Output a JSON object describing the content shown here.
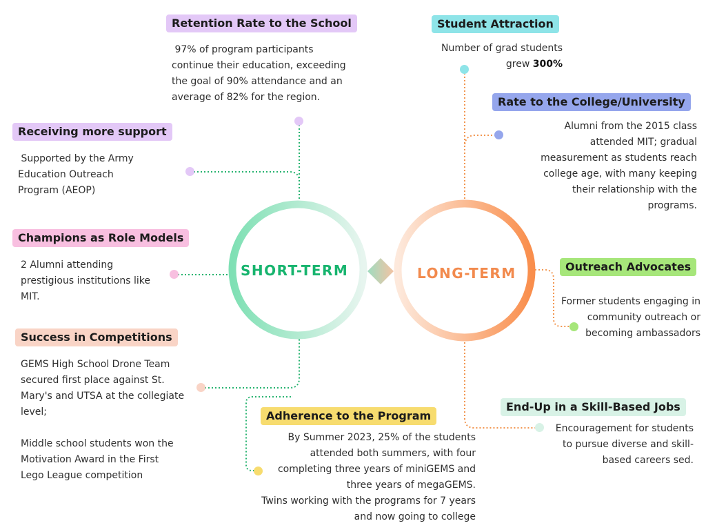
{
  "center": {
    "short_term": "SHORT-TERM",
    "long_term": "LONG-TERM"
  },
  "colors": {
    "purple": "#e3c8f7",
    "pink": "#f8bfe0",
    "peach": "#f9d4c6",
    "yellow": "#f7dc6f",
    "teal": "#8ee4e8",
    "blue": "#95a6ec",
    "green": "#a6e67a",
    "mint": "#d8f2e6",
    "short_ring": "#7fe0b4",
    "long_ring": "#f98e4c",
    "short_text": "#17b46e",
    "long_text": "#f28a4d"
  },
  "short_term_items": [
    {
      "title": "Retention Rate to the School",
      "lines": [
        " 97% of program participants",
        "continue their education, exceeding",
        "the goal of 90% attendance and an",
        "average of 82% for the region."
      ]
    },
    {
      "title": "Receiving more support",
      "lines": [
        " Supported by the Army",
        "Education Outreach",
        "Program (AEOP)"
      ]
    },
    {
      "title": "Champions as Role Models",
      "lines": [
        "2 Alumni attending",
        "prestigious institutions like",
        "MIT."
      ]
    },
    {
      "title": "Success in Competitions",
      "lines": [
        "GEMS High School Drone Team",
        "secured first place against St.",
        "Mary's and UTSA at the collegiate",
        "level;",
        "",
        "Middle school students won the",
        "Motivation Award in the First",
        "Lego League competition"
      ]
    },
    {
      "title": "Adherence to the Program",
      "lines": [
        "By Summer 2023, 25% of the students",
        "attended both summers, with four",
        "completing three years of miniGEMS and",
        "three years of megaGEMS.",
        "Twins working with the programs for 7 years",
        "and now going to college"
      ]
    }
  ],
  "long_term_items": [
    {
      "title": "Student Attraction",
      "line1": "Number of grad students",
      "line2_prefix": "grew ",
      "line2_bold": "300%"
    },
    {
      "title": "Rate to the College/University",
      "lines": [
        "Alumni from the 2015 class",
        "attended MIT; gradual",
        "measurement as students reach",
        "college age, with many keeping",
        "their relationship with the",
        "programs."
      ]
    },
    {
      "title": "Outreach Advocates",
      "lines": [
        "Former students engaging in",
        "community outreach or",
        "becoming ambassadors"
      ]
    },
    {
      "title": "End-Up in a Skill-Based Jobs",
      "lines": [
        "Encouragement for students",
        "to pursue diverse and skill-",
        "based careers sed."
      ]
    }
  ]
}
